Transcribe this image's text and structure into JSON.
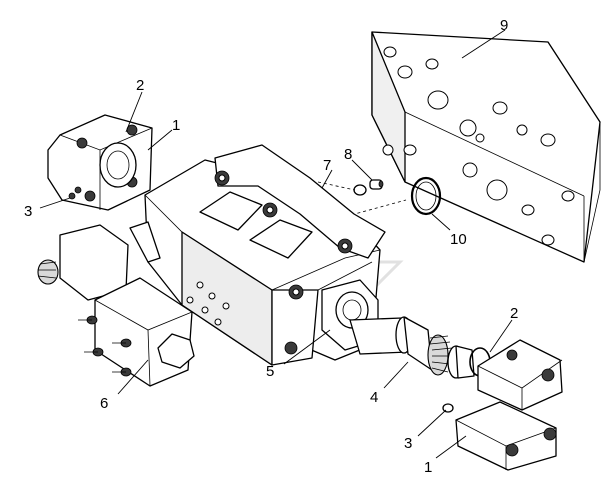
{
  "callouts": {
    "c1_left": "1",
    "c2_left": "2",
    "c3_left": "3",
    "c4": "4",
    "c5": "5",
    "c6": "6",
    "c7": "7",
    "c8": "8",
    "c9": "9",
    "c10": "10",
    "c2_right": "2",
    "c3_right": "3",
    "c1_right": "1"
  },
  "colors": {
    "line": "#000000",
    "background": "#ffffff",
    "shading": "#d9d9d9"
  }
}
